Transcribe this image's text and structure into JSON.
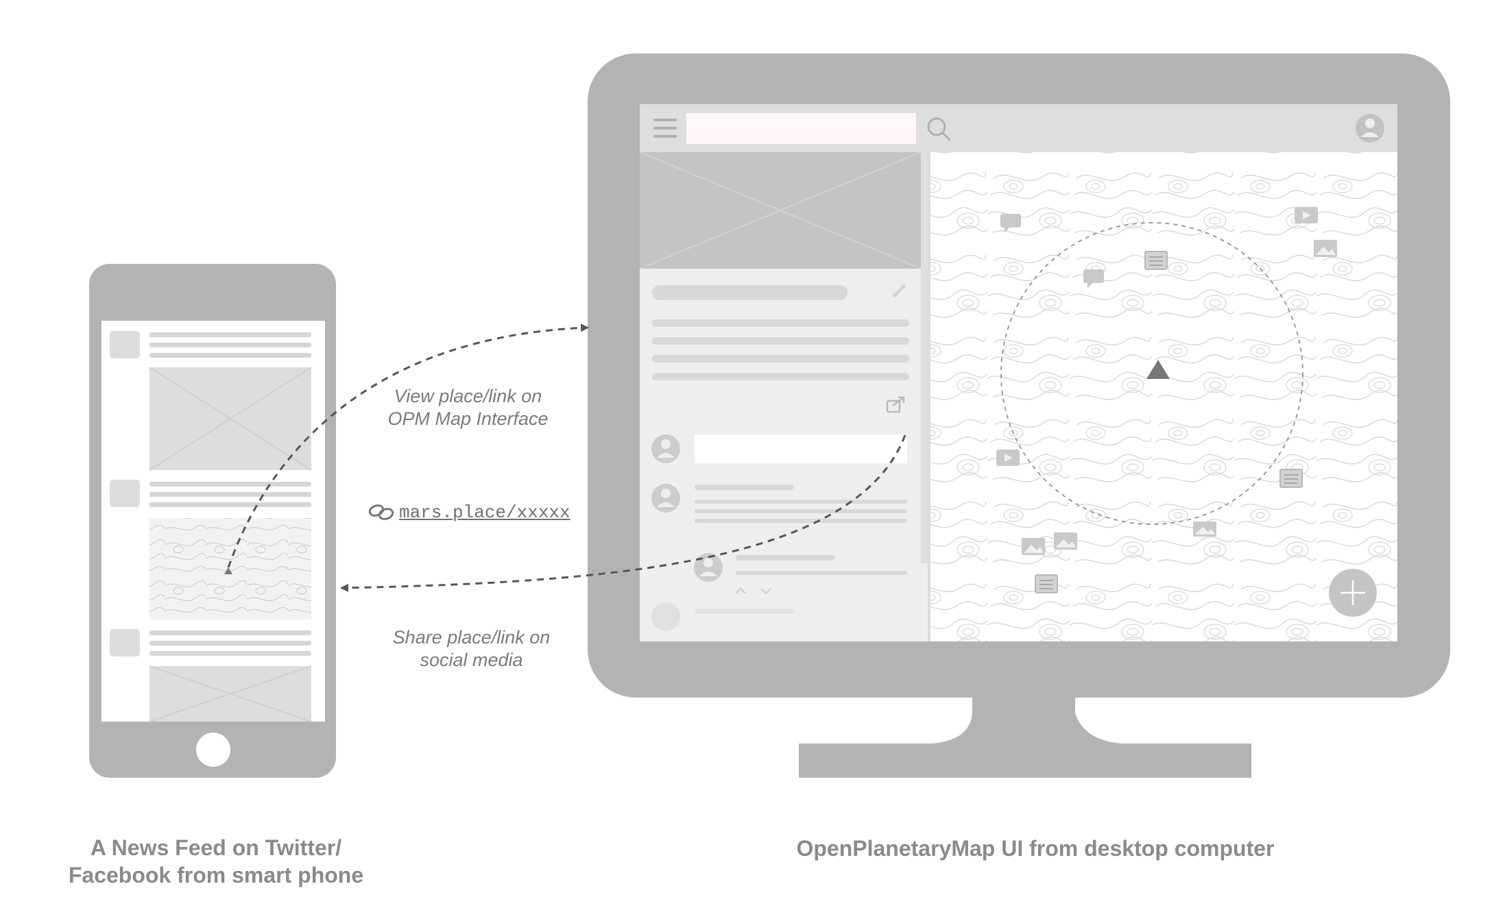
{
  "captions": {
    "phone": "A News Feed on Twitter/ Facebook from smart phone",
    "desktop": "OpenPlanetaryMap UI from desktop computer"
  },
  "annotations": {
    "view": "View place/link on OPM Map Interface",
    "link": "mars.place/xxxxx",
    "share": "Share place/link on social media"
  },
  "colors": {
    "device": "#b3b3b3",
    "panel": "#d9d9d9",
    "arrow": "#555555",
    "text": "#8a8a8a",
    "searchField": "#fff7f7"
  },
  "icons": {
    "menu": "hamburger-icon",
    "search": "search-icon",
    "account": "avatar-icon",
    "edit": "pencil-icon",
    "share": "share-icon",
    "add": "plus-icon",
    "linkChain": "link-icon",
    "mapPin": "triangle-marker-icon"
  }
}
